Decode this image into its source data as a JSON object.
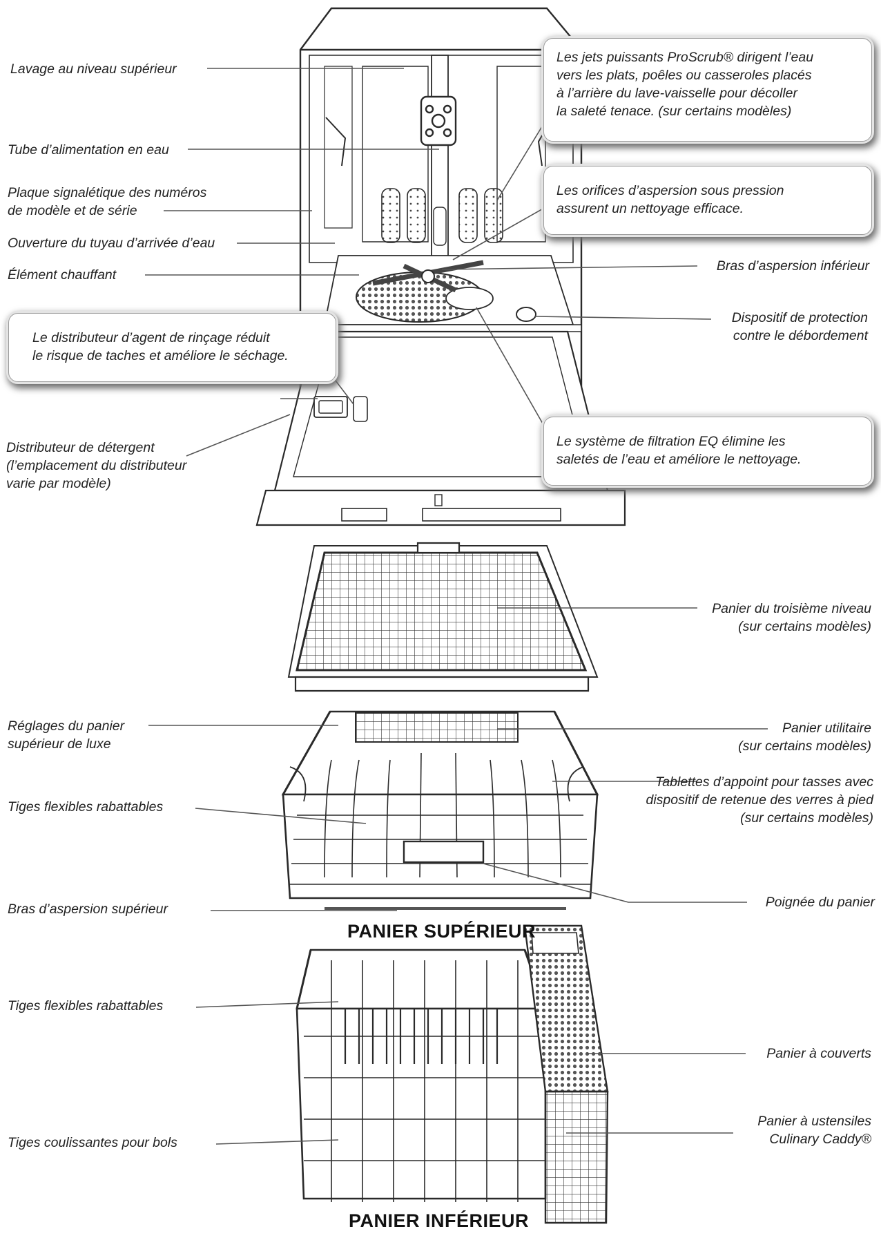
{
  "labels": {
    "upper_level_wash": "Lavage au niveau supérieur",
    "water_feed_tube": "Tube d’alimentation en eau",
    "rating_plate_line1": "Plaque signalétique des numéros",
    "rating_plate_line2": "de modèle et de série",
    "inlet_opening": "Ouverture du tuyau d’arrivée d’eau",
    "heating_element": "Élément chauffant",
    "detergent_line1": "Distributeur de détergent",
    "detergent_line2": "(l’emplacement du distributeur",
    "detergent_line3": "varie par modèle)",
    "lower_spray_arm": "Bras d’aspersion inférieur",
    "overflow_line1": "Dispositif de protection",
    "overflow_line2": "contre le débordement",
    "third_rack_line1": "Panier du troisième niveau",
    "third_rack_line2": "(sur certains modèles)",
    "upper_adjusters_line1": "Réglages du panier",
    "upper_adjusters_line2": "supérieur de luxe",
    "utility_basket_line1": "Panier utilitaire",
    "utility_basket_line2": "(sur certains modèles)",
    "upper_fold_tines": "Tiges flexibles rabattables",
    "cup_shelves_line1": "Tablettes d’appoint pour tasses avec",
    "cup_shelves_line2": "dispositif de retenue des verres à pied",
    "cup_shelves_line3": "(sur certains modèles)",
    "upper_spray_arm": "Bras d’aspersion supérieur",
    "rack_handle": "Poignée du panier",
    "lower_fold_tines": "Tiges flexibles rabattables",
    "silverware_basket": "Panier à couverts",
    "bowl_tines": "Tiges coulissantes pour bols",
    "caddy_line1": "Panier à ustensiles",
    "caddy_line2": "Culinary Caddy®"
  },
  "callouts": {
    "proscrub": [
      "Les jets puissants ProScrub® dirigent l’eau",
      "vers les plats, poêles ou casseroles placés",
      "à l’arrière du lave-vaisselle pour décoller",
      "la saleté tenace. (sur certains modèles)"
    ],
    "pressure_orifices": [
      "Les orifices d’aspersion sous pression",
      "assurent un nettoyage efficace."
    ],
    "rinse_aid": [
      "Le distributeur d’agent de rinçage réduit",
      "le risque de taches et améliore le séchage."
    ],
    "filtration": [
      "Le système de filtration EQ élimine les",
      "saletés de l’eau et améliore le nettoyage."
    ]
  },
  "sections": {
    "upper_rack": "PANIER SUPÉRIEUR",
    "lower_rack": "PANIER INFÉRIEUR"
  },
  "colors": {
    "line": "#2a2a2a",
    "leader": "#555555",
    "shade": "#d8d8d8"
  }
}
